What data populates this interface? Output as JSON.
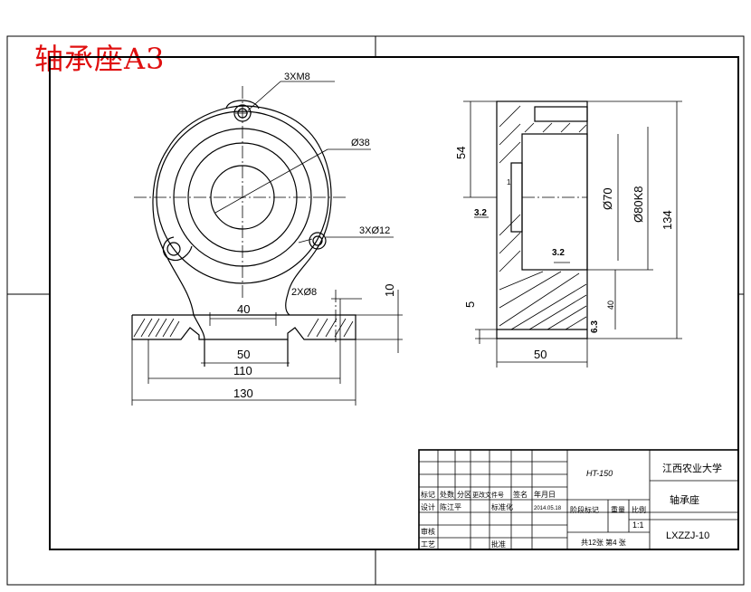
{
  "sheet_title": "轴承座A3",
  "front_view": {
    "bolt_callout": "3XM8",
    "bore_callout": "Ø38",
    "hole_callout": "3XØ12",
    "base_hole_callout": "2XØ8",
    "dim_40": "40",
    "dim_50": "50",
    "dim_110": "110",
    "dim_130": "130",
    "dim_10": "10"
  },
  "side_view": {
    "dim_54": "54",
    "dim_phi70": "Ø70",
    "dim_phi80k8": "Ø80K8",
    "dim_134": "134",
    "dim_5": "5",
    "dim_40": "40",
    "dim_50": "50",
    "dim_1": "1",
    "rough_1": "3.2",
    "rough_2": "3.2",
    "rough_3": "6.3"
  },
  "title_block": {
    "material": "HT-150",
    "school": "江西农业大学",
    "part_name": "轴承座",
    "drawing_no": "LXZZJ-10",
    "scale": "1:1",
    "header_labels": [
      "标记",
      "处数",
      "分区",
      "更改文件号",
      "签名",
      "年月日"
    ],
    "designer_label": "设计",
    "designer": "陈江平",
    "standard_label": "标准化",
    "date": "2014.05.18",
    "stage_label": "阶段标记",
    "weight_label": "重量",
    "scale_label": "比例",
    "review_label": "审核",
    "process_label": "工艺",
    "approve_label": "批准",
    "sheets": "共12张 第4 张"
  }
}
